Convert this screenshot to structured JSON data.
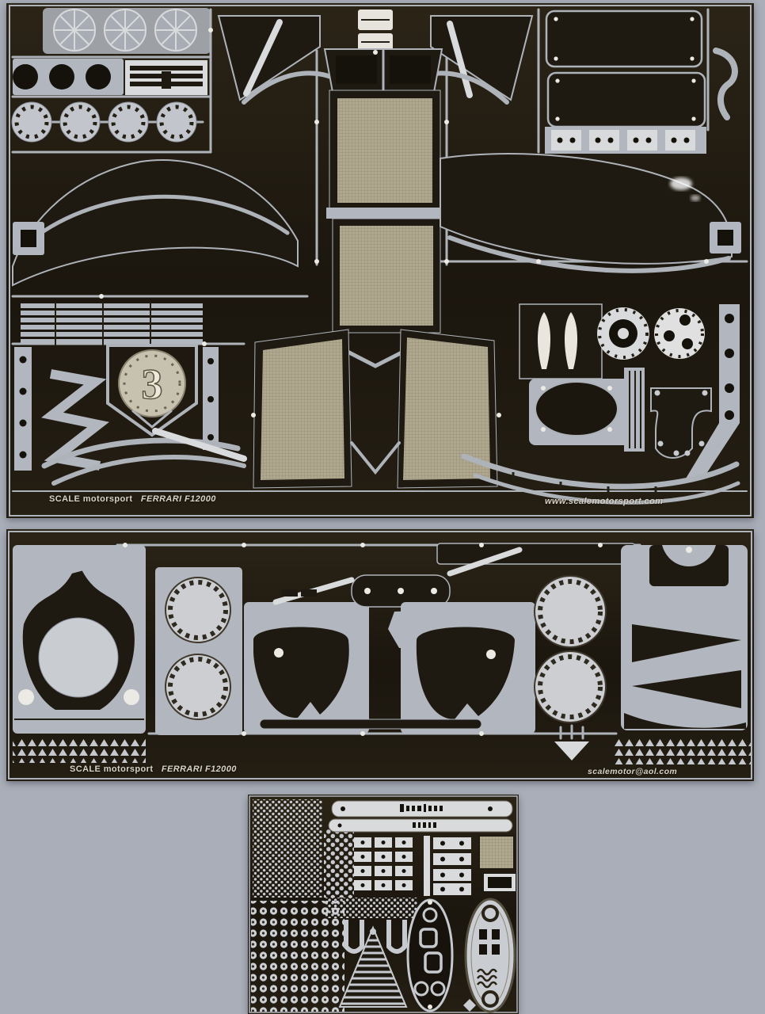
{
  "image": {
    "type": "product photo",
    "subject": "Photo-etched metal detail frets for a Ferrari F1-2000 scale model kit",
    "background_color": "#a9aeb8"
  },
  "colors": {
    "fret_dark": "#1f1a11",
    "metal_plate": "#b2b6be",
    "metal_bright": "#d9dadc",
    "mesh_beige": "#b0a88e",
    "footer_text": "#d8d3c6"
  },
  "fret_top": {
    "brand": "SCALE motorsport",
    "model": "FERRARI F12000",
    "website": "www.scalemotorsport.com",
    "roundel_number": "3"
  },
  "fret_middle": {
    "brand": "SCALE motorsport",
    "model": "FERRARI F12000",
    "email": "scalemotor@aol.com"
  }
}
